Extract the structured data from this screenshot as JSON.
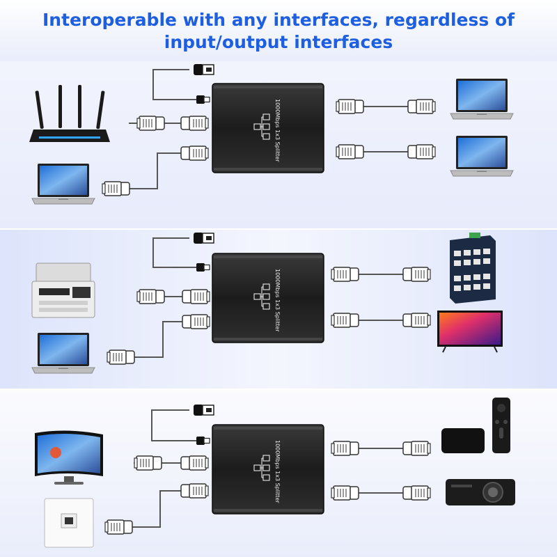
{
  "header": {
    "title_line1": "Interoperable with any interfaces, regardless of",
    "title_line2": "input/output interfaces"
  },
  "splitter": {
    "label": "1000Mbps 1x3 Splitter"
  },
  "scenes": [
    {
      "inputs": [
        "router-icon",
        "laptop-icon"
      ],
      "outputs": [
        "laptop-icon",
        "laptop-icon"
      ]
    },
    {
      "inputs": [
        "printer-icon",
        "laptop-icon"
      ],
      "outputs": [
        "network-switch-icon",
        "tv-icon"
      ]
    },
    {
      "inputs": [
        "curved-monitor-icon",
        "wall-ethernet-socket-icon"
      ],
      "outputs": [
        "tv-box-remote-icon",
        "projector-icon"
      ]
    }
  ],
  "colors": {
    "accent": "#1d5fe0",
    "device": "#2a2a2a",
    "cable": "#555555"
  }
}
